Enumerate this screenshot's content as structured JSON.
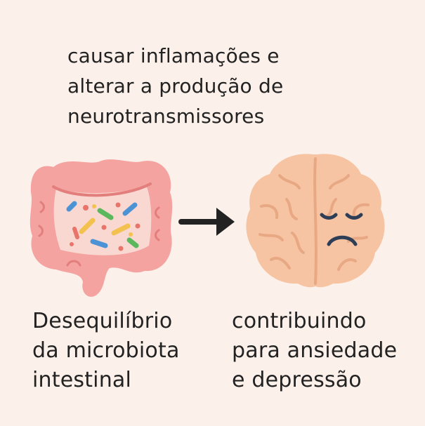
{
  "top_caption": {
    "line_1": "causar inflamações e",
    "line_2": "alterar a produção de",
    "line_3": "neurotransmissores"
  },
  "left_caption": {
    "line_1": "Desequilíbrio",
    "line_2": "da microbiota",
    "line_3": "intestinal"
  },
  "right_caption": {
    "line_1": "contribuindo",
    "line_2": "para ansiedade",
    "line_3": "e depressão"
  },
  "colors": {
    "background": "#FCF1EA",
    "intestine": "#F4A3A0",
    "intestine_inner": "#FAD8D2",
    "brain": "#F6C4A3",
    "brain_lines": "#E8A884",
    "arrow": "#222222",
    "text": "#222222"
  },
  "icons": {
    "left": "intestine-with-bacteria-icon",
    "middle": "arrow-right-icon",
    "right": "sad-brain-icon"
  }
}
